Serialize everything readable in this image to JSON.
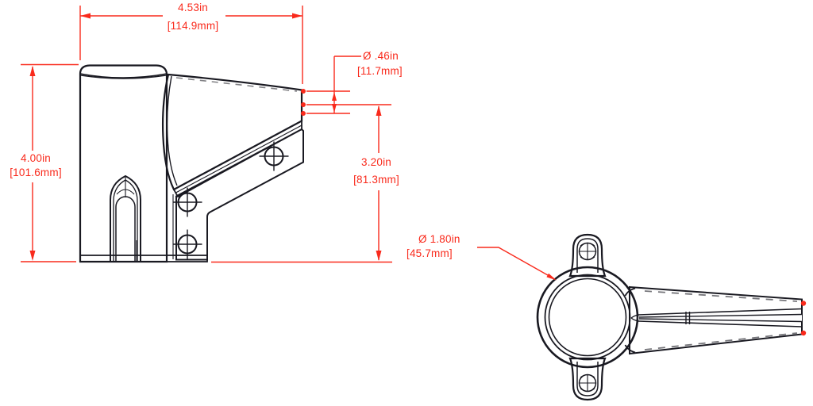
{
  "drawing": {
    "kind": "CAD dimensioned drawing, two views of a tapered horn mount bracket",
    "background": "#ffffff",
    "accent_red": "#f92a1c",
    "part_colors": {
      "light": "#e6e9fa",
      "mid": "#c9cfee",
      "dark": "#98a1ce",
      "outline": "#191921"
    }
  },
  "views": {
    "side_view": {
      "name": "side-view"
    },
    "top_view": {
      "name": "top-view"
    }
  },
  "dims": {
    "overall_width": {
      "inches": "4.53in",
      "millimeters": "[114.9mm]"
    },
    "overall_height": {
      "inches": "4.00in",
      "millimeters": "[101.6mm]"
    },
    "tip_diameter": {
      "inches": "Ø .46in",
      "millimeters": "[11.7mm]"
    },
    "face_height": {
      "inches": "3.20in",
      "millimeters": "[81.3mm]"
    },
    "flange_diameter": {
      "inches": "Ø 1.80in",
      "millimeters": "[45.7mm]"
    }
  }
}
